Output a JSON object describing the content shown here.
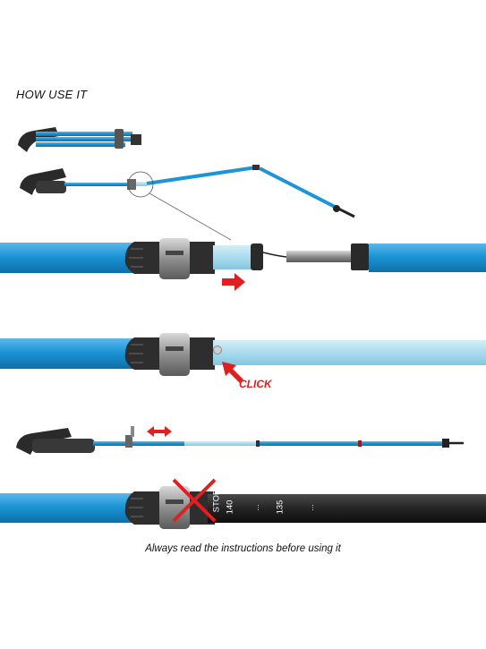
{
  "title": "HOW USE IT",
  "click_label": "CLICK",
  "footer": "Always read the instructions before using it",
  "scale": {
    "stop": "STOP",
    "mark_140": "140",
    "mark_135": "135",
    "dots": "..."
  },
  "colors": {
    "pole_blue": "#1c95d6",
    "pole_light": "#a9dcee",
    "pole_black": "#242424",
    "arrow_red": "#e02020",
    "clamp_gray": "#9a9a9a"
  }
}
